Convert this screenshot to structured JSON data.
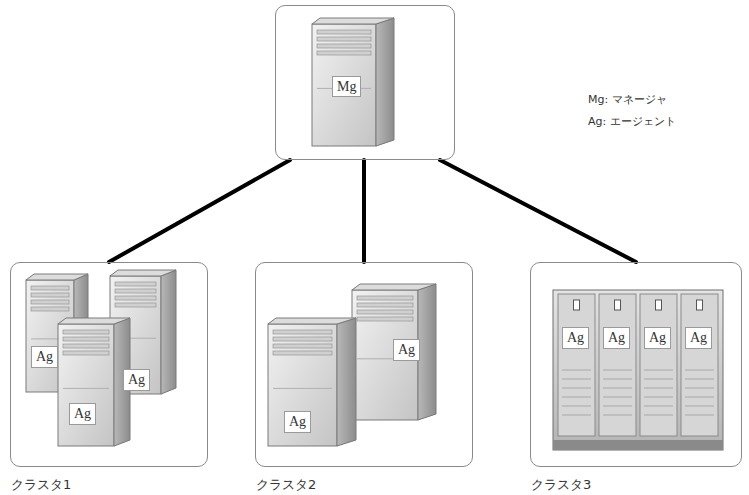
{
  "diagram": {
    "nodes": [
      {
        "text": [
          "Mg"
        ]
      },
      {
        "text": [
          "クラスタ1"
        ]
      },
      {
        "text": [
          "Ag"
        ],
        "in": 1
      },
      {
        "text": [
          "Ag"
        ],
        "in": 1
      },
      {
        "text": [
          "Ag"
        ],
        "in": 1
      },
      {
        "text": [
          "クラスタ2"
        ]
      },
      {
        "text": [
          "Ag"
        ],
        "in": 5
      },
      {
        "text": [
          "Ag"
        ],
        "in": 5
      },
      {
        "text": [
          "クラスタ3"
        ]
      },
      {
        "text": [
          "Ag"
        ],
        "in": 8
      },
      {
        "text": [
          "Ag"
        ],
        "in": 8
      },
      {
        "text": [
          "Ag"
        ],
        "in": 8
      },
      {
        "text": [
          "Ag"
        ],
        "in": 8
      }
    ],
    "edges": [
      {
        "from": 0,
        "to": 1,
        "arrow": "none"
      },
      {
        "from": 0,
        "to": 5,
        "arrow": "none"
      },
      {
        "from": 0,
        "to": 8,
        "arrow": "none"
      }
    ],
    "labels": [
      "Mg: マネージャ",
      "Ag: エージェント"
    ]
  }
}
